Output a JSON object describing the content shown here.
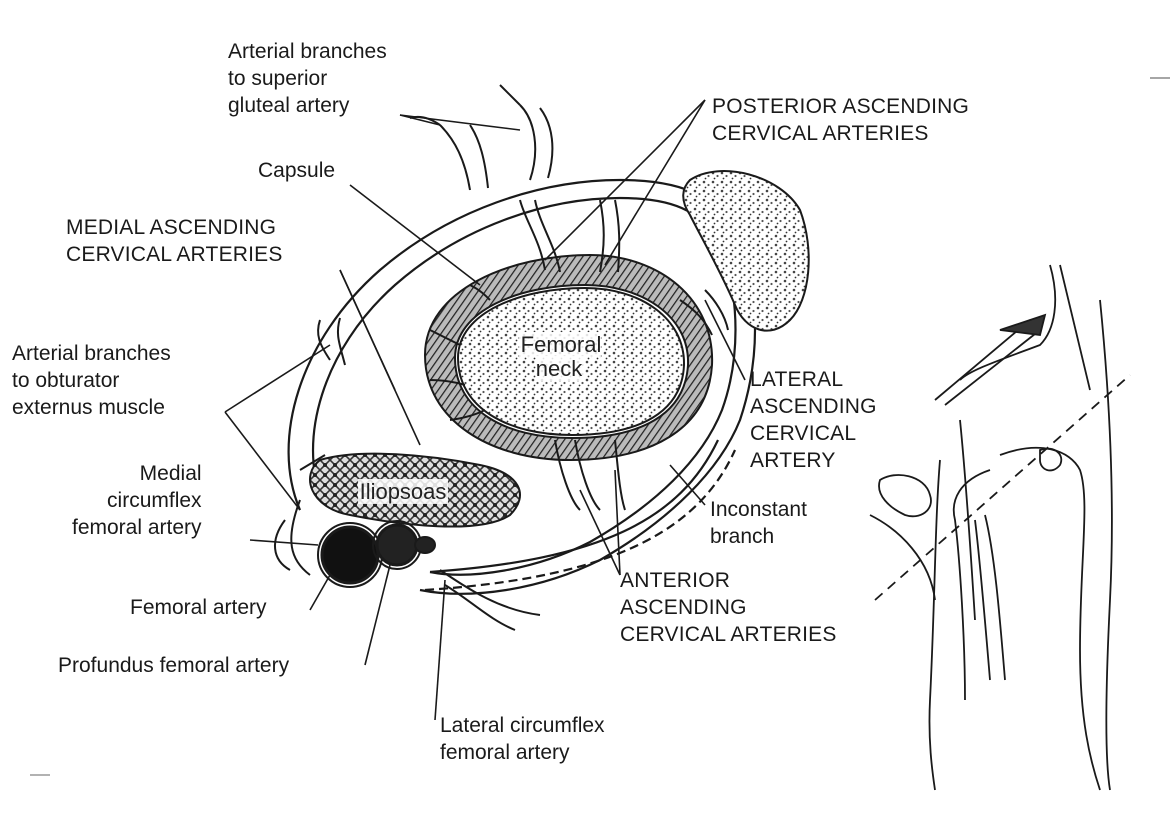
{
  "labels": {
    "arterial_superior_gluteal": "Arterial branches\nto superior\ngluteal artery",
    "posterior_ascending": "POSTERIOR ASCENDING\nCERVICAL ARTERIES",
    "capsule": "Capsule",
    "medial_ascending": "MEDIAL ASCENDING\nCERVICAL ARTERIES",
    "arterial_obturator": "Arterial branches\nto obturator\nexternus muscle",
    "femoral_neck": "Femoral\nneck",
    "lateral_ascending": "LATERAL\nASCENDING\nCERVICAL\nARTERY",
    "iliopsoas": "Iliopsoas",
    "medial_circumflex": "Medial\ncircumflex\nfemoral artery",
    "inconstant_branch": "Inconstant\nbranch",
    "femoral_artery": "Femoral artery",
    "anterior_ascending": "ANTERIOR\nASCENDING\nCERVICAL ARTERIES",
    "profundus": "Profundus femoral artery",
    "lateral_circumflex": "Lateral circumflex\nfemoral artery"
  },
  "colors": {
    "ink": "#1a1a1a",
    "stipple": "#555555",
    "background": "#ffffff"
  }
}
